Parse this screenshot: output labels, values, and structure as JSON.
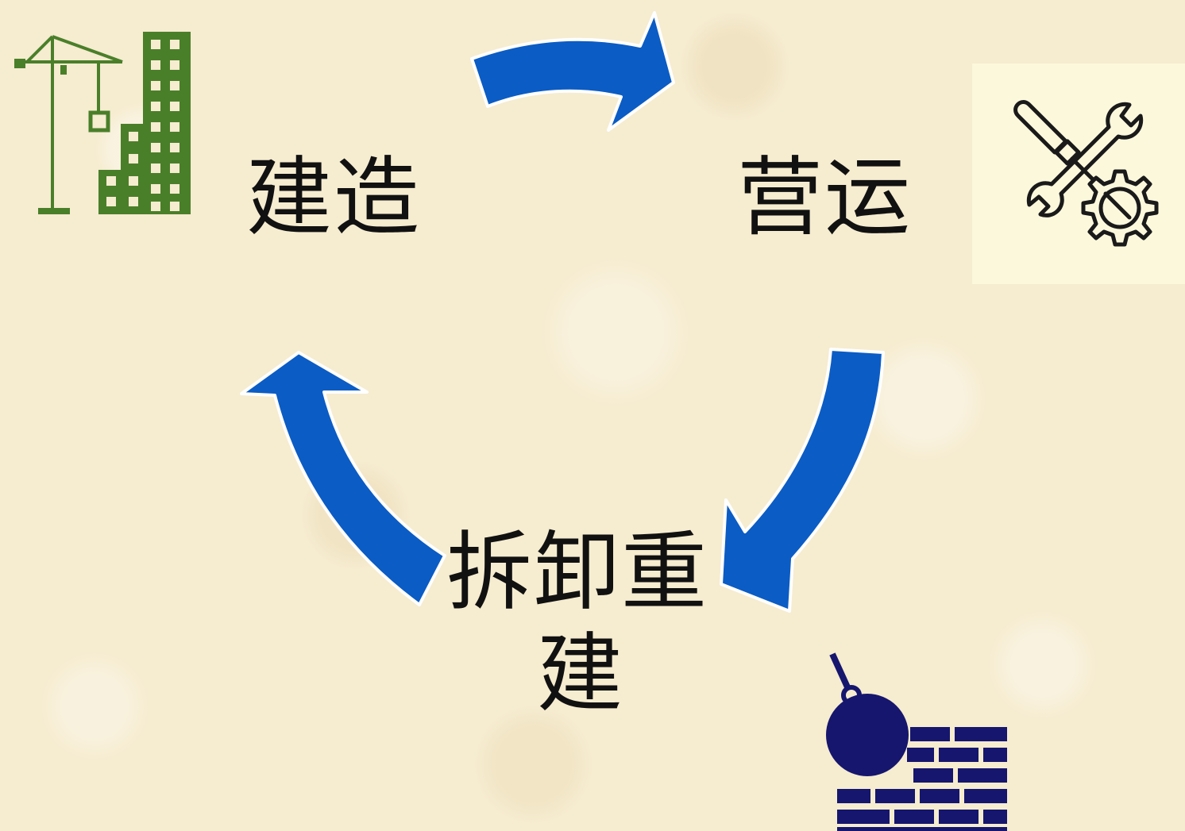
{
  "diagram": {
    "stages": {
      "build": "建造",
      "operate": "营运",
      "demolish_line1": "拆卸重",
      "demolish_line2": "建"
    },
    "icons": {
      "build": "crane-building-icon",
      "operate": "wrench-screwdriver-gear-icon",
      "demolish": "wrecking-ball-wall-icon"
    },
    "colors": {
      "arrow": "#0b5cc4",
      "arrow_outline": "#ffffff",
      "build_icon": "#4a7f2a",
      "demolish_icon": "#16166e",
      "operate_icon": "#1a1a1a",
      "operate_panel": "#fcf8dc",
      "background": "#f6ecd0"
    }
  }
}
